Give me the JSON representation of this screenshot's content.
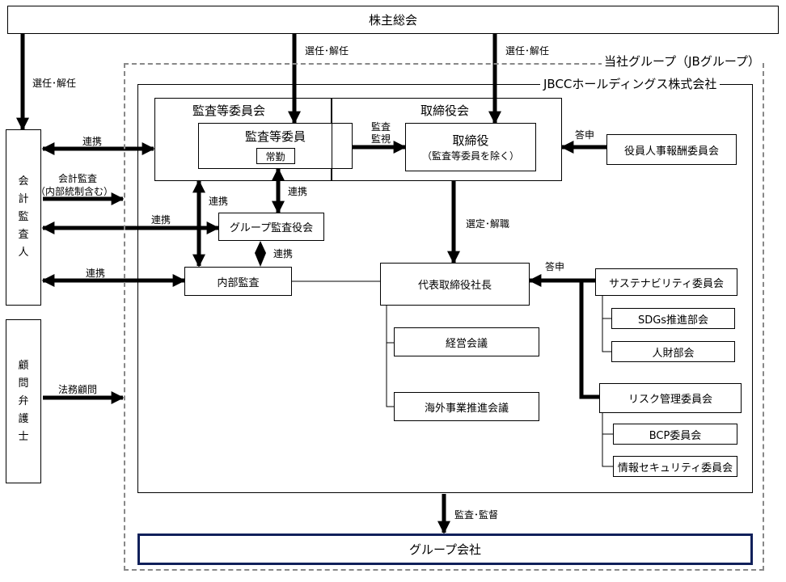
{
  "top": {
    "shareholders": "株主総会"
  },
  "group": {
    "label": "当社グループ（JBグループ）"
  },
  "company": {
    "label": "JBCCホールディングス株式会社"
  },
  "auditors": {
    "chars": [
      "会",
      "計",
      "監",
      "査",
      "人"
    ]
  },
  "lawyers": {
    "chars": [
      "顧",
      "問",
      "弁",
      "護",
      "士"
    ]
  },
  "boxes": {
    "audit_committee": "監査等委員会",
    "audit_member": "監査等委員",
    "fulltime": "常勤",
    "board": "取締役会",
    "director": "取締役",
    "director_sub": "（監査等委員を除く）",
    "officer_comp": "役員人事報酬委員会",
    "group_audit": "グループ監査役会",
    "internal_audit": "内部監査",
    "president": "代表取締役社長",
    "mgmt_meeting": "経営会議",
    "overseas": "海外事業推進会議",
    "sustainability": "サステナビリティ委員会",
    "sdgs": "SDGs推進部会",
    "hr": "人財部会",
    "risk": "リスク管理委員会",
    "bcp": "BCP委員会",
    "infosec": "情報セキュリティ委員会",
    "group_companies": "グループ会社"
  },
  "labels": {
    "elect_left": "選任･解任",
    "elect_mid": "選任･解任",
    "elect_right": "選任･解任",
    "renkei": "連携",
    "acct_audit": "会計監査",
    "acct_audit_sub": "（内部統制含む）",
    "legal_advice": "法務顧問",
    "audit_watch_1": "監査",
    "audit_watch_2": "監視",
    "report": "答申",
    "appoint": "選定･解職",
    "audit_supervise": "監査･監督"
  }
}
